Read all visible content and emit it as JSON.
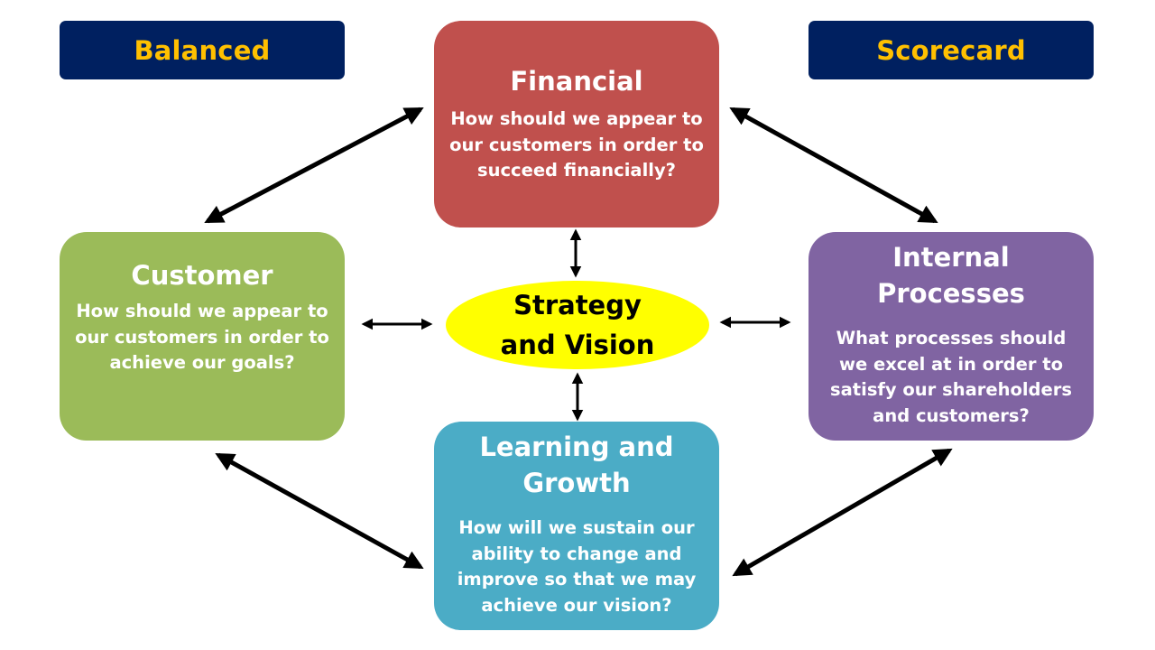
{
  "labels": {
    "left": "Balanced",
    "right": "Scorecard"
  },
  "boxes": {
    "financial": {
      "title": "Financial",
      "description": "How should we appear to our customers in order to succeed financially?"
    },
    "customer": {
      "title": "Customer",
      "description": "How should we appear to our customers in order to achieve our goals?"
    },
    "internal": {
      "title": "Internal Processes",
      "description": "What processes should we excel at in order to satisfy our shareholders and customers?"
    },
    "learning": {
      "title": "Learning and Growth",
      "description": "How will we sustain our ability to change and improve so that we may achieve our vision?"
    }
  },
  "center": {
    "text": "Strategy and Vision"
  },
  "colors": {
    "label_bg": "#002060",
    "label_text": "#ffc000",
    "financial": "#c0504d",
    "customer": "#9bbb59",
    "internal": "#8064a2",
    "learning": "#4bacc6",
    "center": "#ffff00",
    "arrow": "#000000"
  }
}
